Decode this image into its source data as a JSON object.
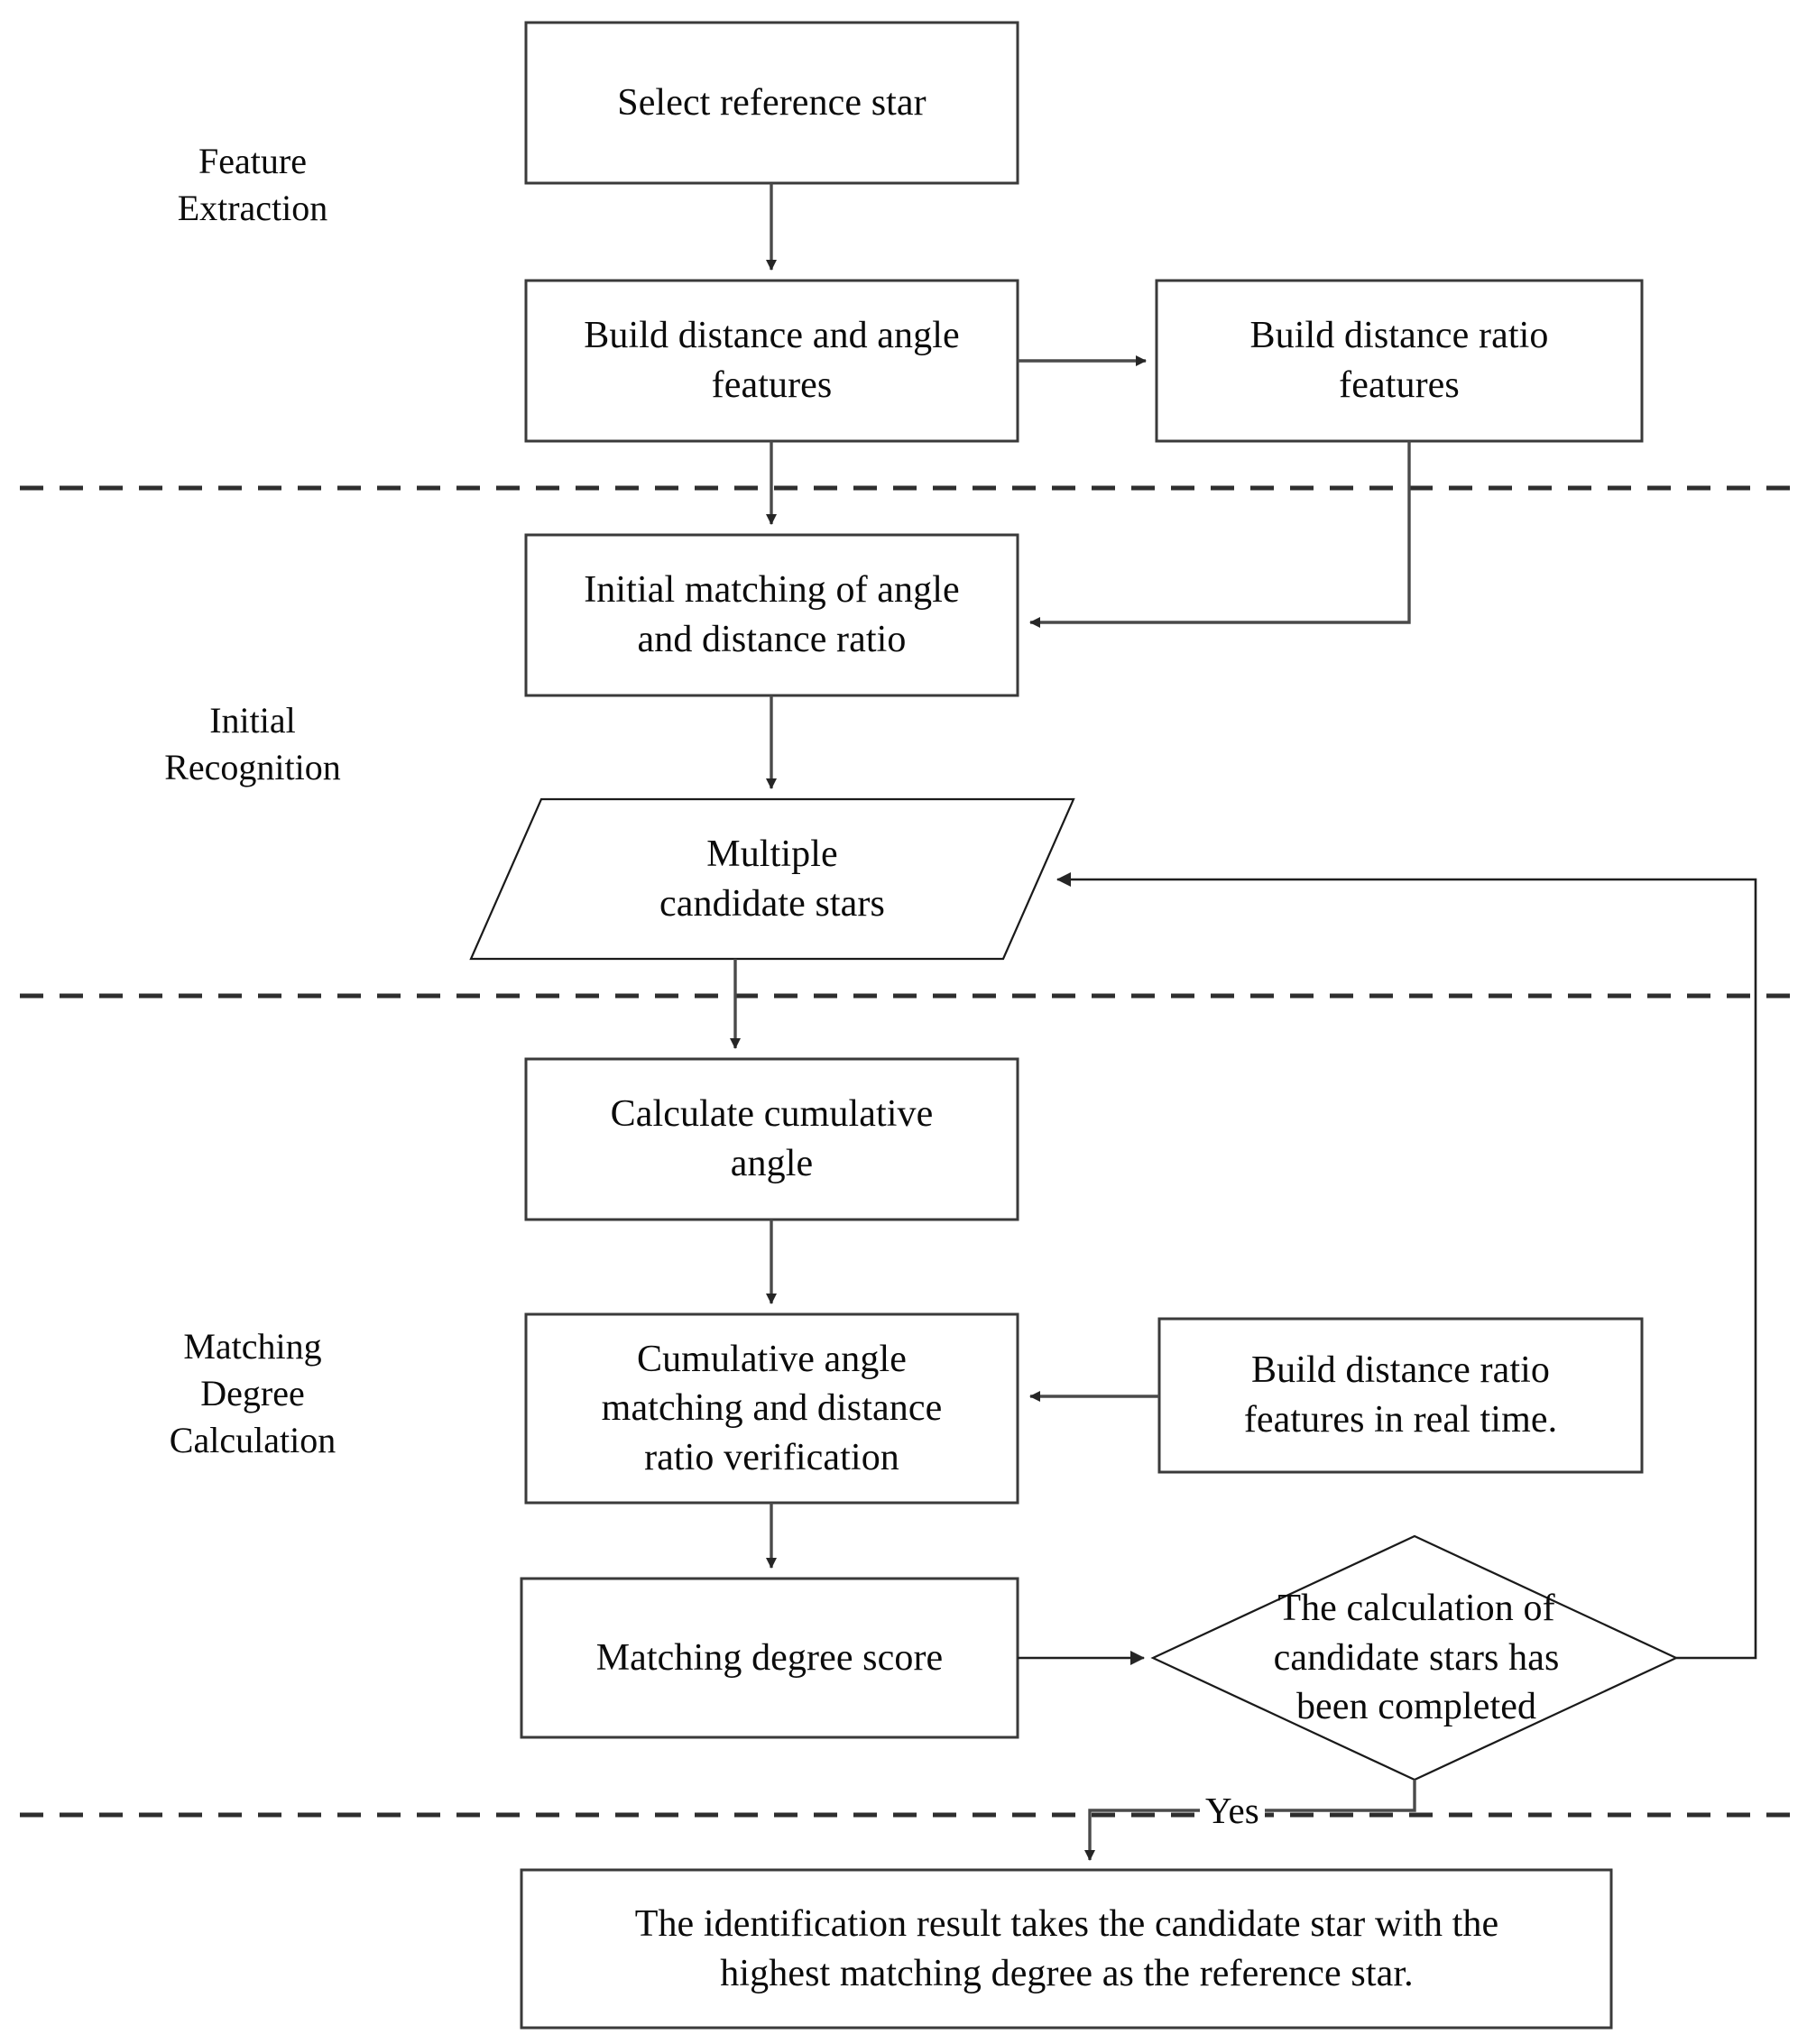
{
  "diagram": {
    "title": "Star identification algorithm flowchart",
    "phases": [
      {
        "id": "feature-extraction",
        "label": "Feature\nExtraction"
      },
      {
        "id": "initial-recognition",
        "label": "Initial\nRecognition"
      },
      {
        "id": "matching-degree-calculation",
        "label": "Matching\nDegree\nCalculation"
      }
    ],
    "nodes": [
      {
        "id": "select-reference-star",
        "shape": "rect",
        "label": "Select reference star"
      },
      {
        "id": "build-distance-and-angle-features",
        "shape": "rect",
        "label": "Build distance and angle\nfeatures"
      },
      {
        "id": "build-distance-ratio-features",
        "shape": "rect",
        "label": "Build distance ratio\nfeatures"
      },
      {
        "id": "initial-matching-of-angle-and-distance-ratio",
        "shape": "rect",
        "label": "Initial matching of angle\nand distance ratio"
      },
      {
        "id": "multiple-candidate-stars",
        "shape": "parallelogram",
        "label": "Multiple\ncandidate stars"
      },
      {
        "id": "calculate-cumulative-angle",
        "shape": "rect",
        "label": "Calculate cumulative\nangle"
      },
      {
        "id": "cumulative-angle-matching-and-distance-ratio-verification",
        "shape": "rect",
        "label": "Cumulative angle\nmatching and distance\nratio verification"
      },
      {
        "id": "build-distance-ratio-features-in-real-time",
        "shape": "rect",
        "label": "Build distance ratio\nfeatures in real time."
      },
      {
        "id": "matching-degree-score",
        "shape": "rect",
        "label": "Matching degree score"
      },
      {
        "id": "calculation-completed-decision",
        "shape": "diamond",
        "label": "The calculation of\ncandidate stars has\nbeen completed"
      },
      {
        "id": "identification-result",
        "shape": "rect",
        "label": "The identification result takes the candidate star with the\nhighest matching degree as the reference star."
      }
    ],
    "edge_labels": [
      {
        "id": "yes-branch",
        "label": "Yes"
      }
    ],
    "colors": {
      "background": "#ffffff",
      "shape_fill": "#ffffff",
      "shape_stroke": "#3a3a3a",
      "connector": "#4a4a4a",
      "separator": "#2e2e2e",
      "text": "#0b0b0b"
    }
  }
}
